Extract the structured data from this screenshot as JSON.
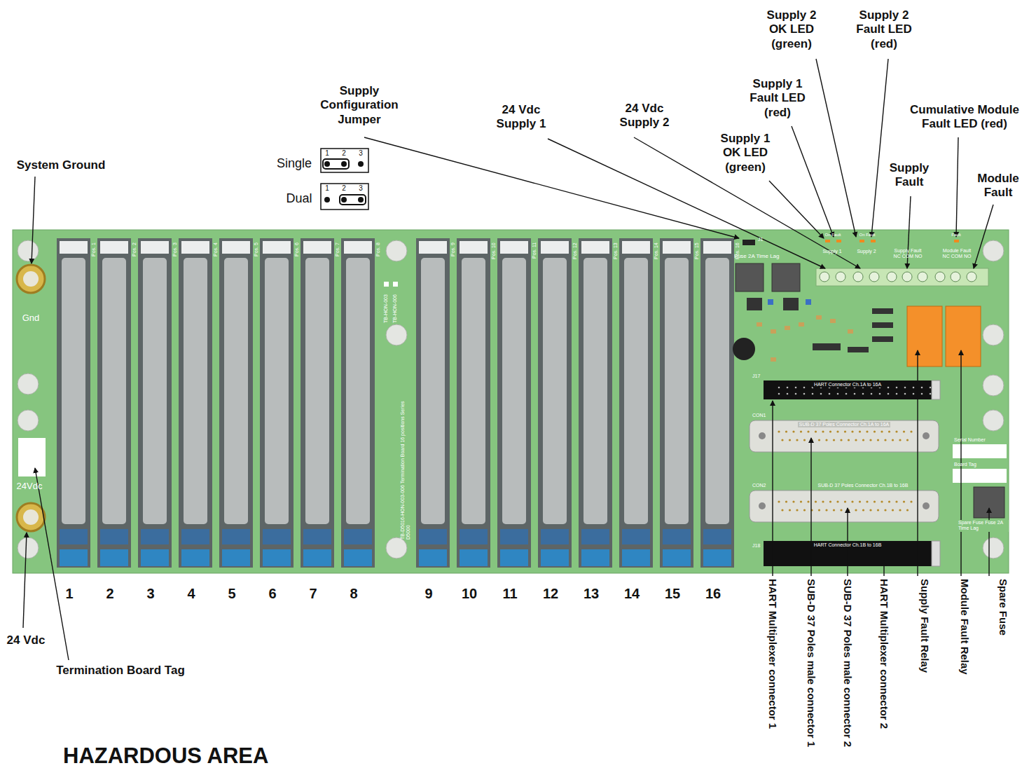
{
  "diagram": {
    "title": "HAZARDOUS AREA",
    "labels": [
      "System Ground",
      "Supply Configuration Jumper",
      "Single",
      "1",
      "2",
      "3",
      "Dual",
      "1",
      "2",
      "3",
      "24 Vdc Supply 1",
      "24 Vdc Supply 2",
      "Supply 1 OK LED (green)",
      "Supply 1 Fault LED (red)",
      "Supply 2 OK LED (green)",
      "Supply 2 Fault LED (red)",
      "Cumulative Module Fault LED (red)",
      "Supply Fault",
      "Module Fault",
      "24 Vdc",
      "Termination Board Tag",
      "1",
      "2",
      "3",
      "4",
      "5",
      "6",
      "7",
      "8",
      "9",
      "10",
      "11",
      "12",
      "13",
      "14",
      "15",
      "16",
      "HART Multiplexer connector 1",
      "SUB-D 37 Poles male connector 1",
      "SUB-D 37 Poles male connector 2",
      "HART Multiplexer connector 2",
      "Supply Fault Relay",
      "Module Fault Relay",
      "Spare Fuse",
      "Gnd",
      "24Vdc",
      "Pos. 1",
      "Pos. 2",
      "Pos. 3",
      "Pos. 4",
      "Pos. 5",
      "Pos. 6",
      "Pos. 7",
      "Pos. 8",
      "Pos. 9",
      "Pos. 10",
      "Pos. 11",
      "Pos. 12",
      "Pos. 13",
      "Pos. 14",
      "Pos. 15",
      "Pos. 16",
      "Fuse 2A Time Lag",
      "J1",
      "Supply 1",
      "Supply 2",
      "Supply Fault NC COM NO",
      "Module Fault NC COM NO",
      "On Fault",
      "On Fault",
      "Fault",
      "J17",
      "HART Connector Ch.1A to 16A",
      "CON1",
      "SUB-D 37 Poles Connector Ch.1A to 16A",
      "CON2",
      "SUB-D 37 Poles Connector Ch.1B to 16B",
      "J18",
      "HART Connector Ch.1B to 16B",
      "Serial Number",
      "Board Tag",
      "Spare Fuse Fuse 2A Time Lag",
      "TB-HON-003",
      "TB-HON-006",
      "TB-D5016-HON-003-006 Termination Board 16 positions Series D5000"
    ]
  }
}
